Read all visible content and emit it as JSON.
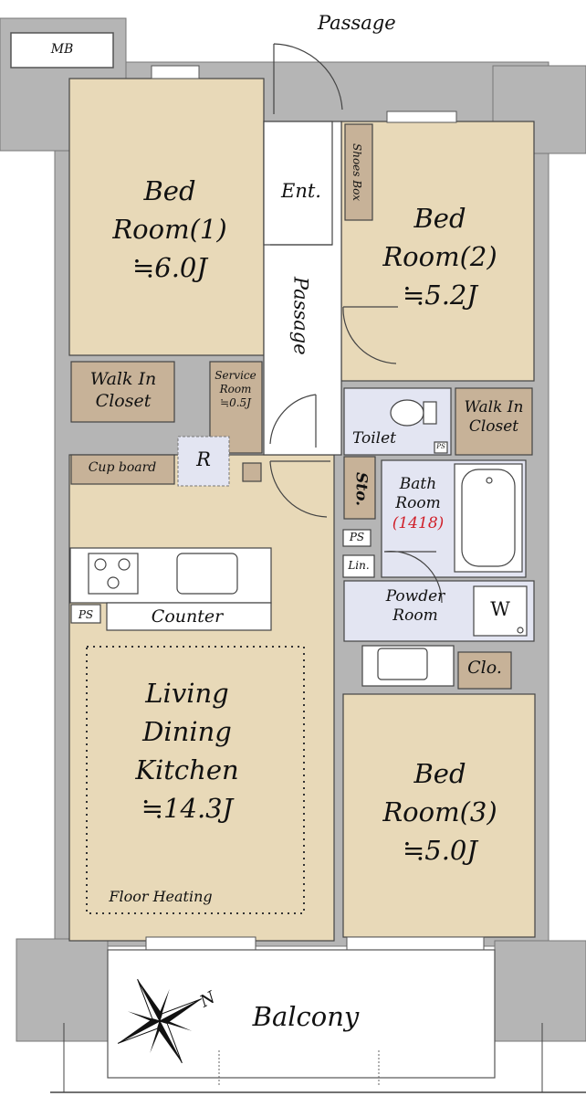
{
  "title_top": "Passage",
  "mb": "MB",
  "entrance": "Ent.",
  "shoes_box": "Shoes Box",
  "inner_passage": "Passage",
  "rooms": {
    "bed1": {
      "name1": "Bed",
      "name2": "Room(1)",
      "size": "≒6.0J"
    },
    "bed2": {
      "name1": "Bed",
      "name2": "Room(2)",
      "size": "≒5.2J"
    },
    "bed3": {
      "name1": "Bed",
      "name2": "Room(3)",
      "size": "≒5.0J"
    },
    "ldk": {
      "l1": "Living",
      "l2": "Dining",
      "l3": "Kitchen",
      "size": "≒14.3J",
      "floor_heating": "Floor Heating"
    }
  },
  "walk_in_1": {
    "l1": "Walk In",
    "l2": "Closet"
  },
  "walk_in_2": {
    "l1": "Walk In",
    "l2": "Closet"
  },
  "service_room": {
    "l1": "Service",
    "l2": "Room",
    "l3": "≒0.5J"
  },
  "cupboard": "Cup board",
  "refrigerator": "R",
  "toilet": "Toilet",
  "ps_small": "PS",
  "sto": "Sto.",
  "bath": {
    "l1": "Bath",
    "l2": "Room",
    "code": "(1418)"
  },
  "ps": "PS",
  "lin": "Lin.",
  "powder": {
    "l1": "Powder",
    "l2": "Room"
  },
  "washer": "W",
  "kitchen_ps": "PS",
  "counter": "Counter",
  "clo": "Clo.",
  "balcony": "Balcony",
  "compass_n": "N",
  "colors": {
    "room": "#e8d9b8",
    "closet": "#c7b298",
    "wet": "#e3e5f2",
    "wall": "#b5b5b5",
    "wall_dark": "#8d8d8d",
    "red": "#d0202a"
  }
}
